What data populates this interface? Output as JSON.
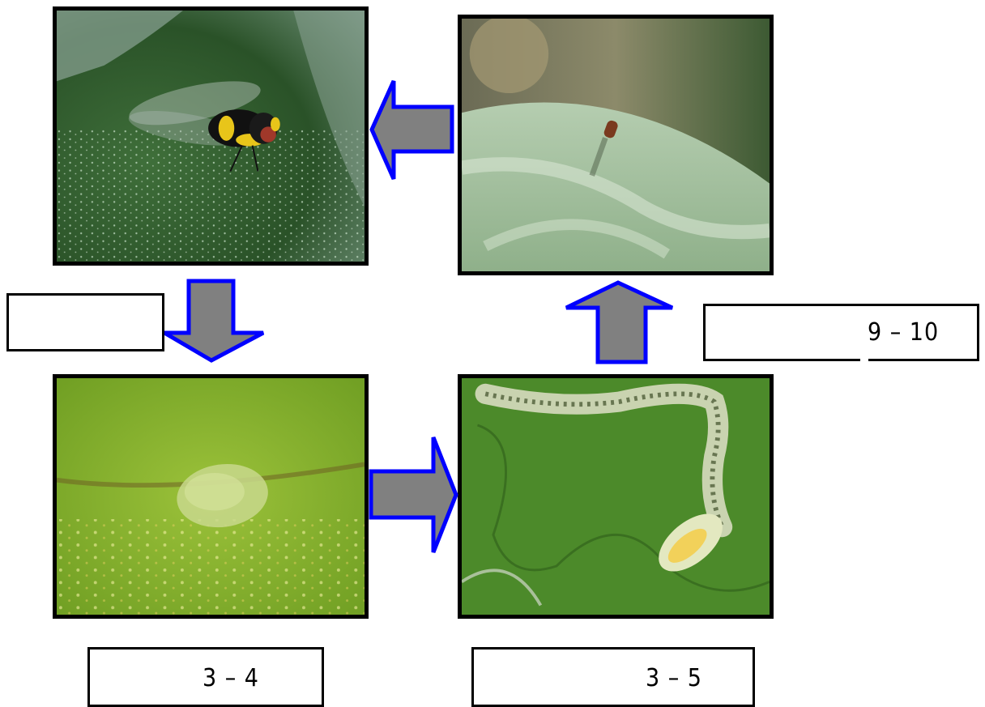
{
  "stages": [
    {
      "name": "adult-fly-photo",
      "duration": ""
    },
    {
      "name": "egg-photo",
      "duration": "3 – 4"
    },
    {
      "name": "larva-mine-photo",
      "duration": "3 – 5"
    },
    {
      "name": "pupa-photo",
      "duration": "9 – 10"
    }
  ],
  "cycle_flow": [
    "adult",
    "egg",
    "larva",
    "pupa",
    "adult"
  ],
  "colors": {
    "arrow_fill": "#808080",
    "arrow_stroke": "#0000ff",
    "photo_border": "#000000"
  }
}
